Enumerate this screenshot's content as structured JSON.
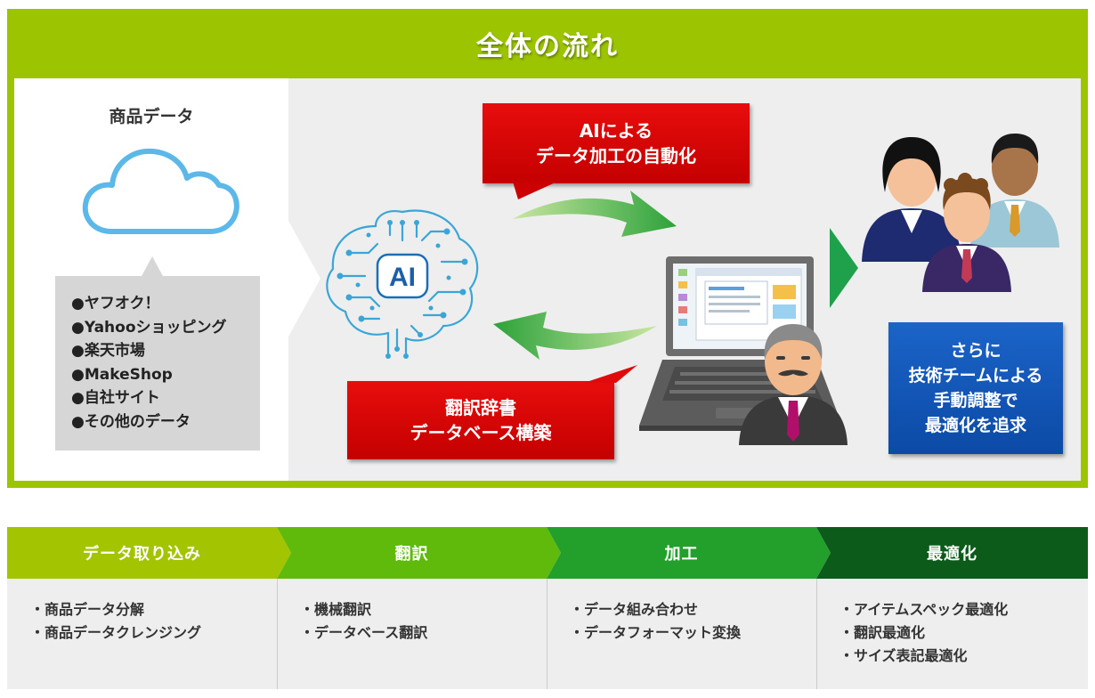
{
  "flow": {
    "title": "全体の流れ",
    "source_title": "商品データ",
    "sources": [
      "●ヤフオク！",
      "●Yahooショッピング",
      "●楽天市場",
      "●MakeShop",
      "●自社サイト",
      "●その他のデータ"
    ],
    "ai_badge": "AI",
    "callout_ai": {
      "line1": "AIによる",
      "line2": "データ加工の自動化"
    },
    "callout_dict": {
      "line1": "翻訳辞書",
      "line2": "データベース構築"
    },
    "blue_box": {
      "line1": "さらに",
      "line2": "技術チームによる",
      "line3": "手動調整で",
      "line4": "最適化を追求"
    }
  },
  "steps": [
    {
      "title": "データ取り込み",
      "items": [
        "商品データ分解",
        "商品データクレンジング"
      ]
    },
    {
      "title": "翻訳",
      "items": [
        "機械翻訳",
        "データベース翻訳"
      ]
    },
    {
      "title": "加工",
      "items": [
        "データ組み合わせ",
        "データフォーマット変換"
      ]
    },
    {
      "title": "最適化",
      "items": [
        "アイテムスペック最適化",
        "翻訳最適化",
        "サイズ表記最適化"
      ]
    }
  ],
  "colors": {
    "frame_green": "#9cc400",
    "callout_red": "#e00000",
    "blue_box": "#1558bb",
    "cloud_outline": "#5bb8e8",
    "arrow_green": "#3fb23a",
    "step_1": "#a3c400",
    "step_2": "#5fba0b",
    "step_3": "#23a02c",
    "step_4": "#0c5b1a"
  },
  "icons": [
    "cloud-icon",
    "ai-brain-icon",
    "laptop-icon",
    "operator-person-icon",
    "team-people-icon",
    "cycle-arrow-icon",
    "right-triangle-icon"
  ]
}
